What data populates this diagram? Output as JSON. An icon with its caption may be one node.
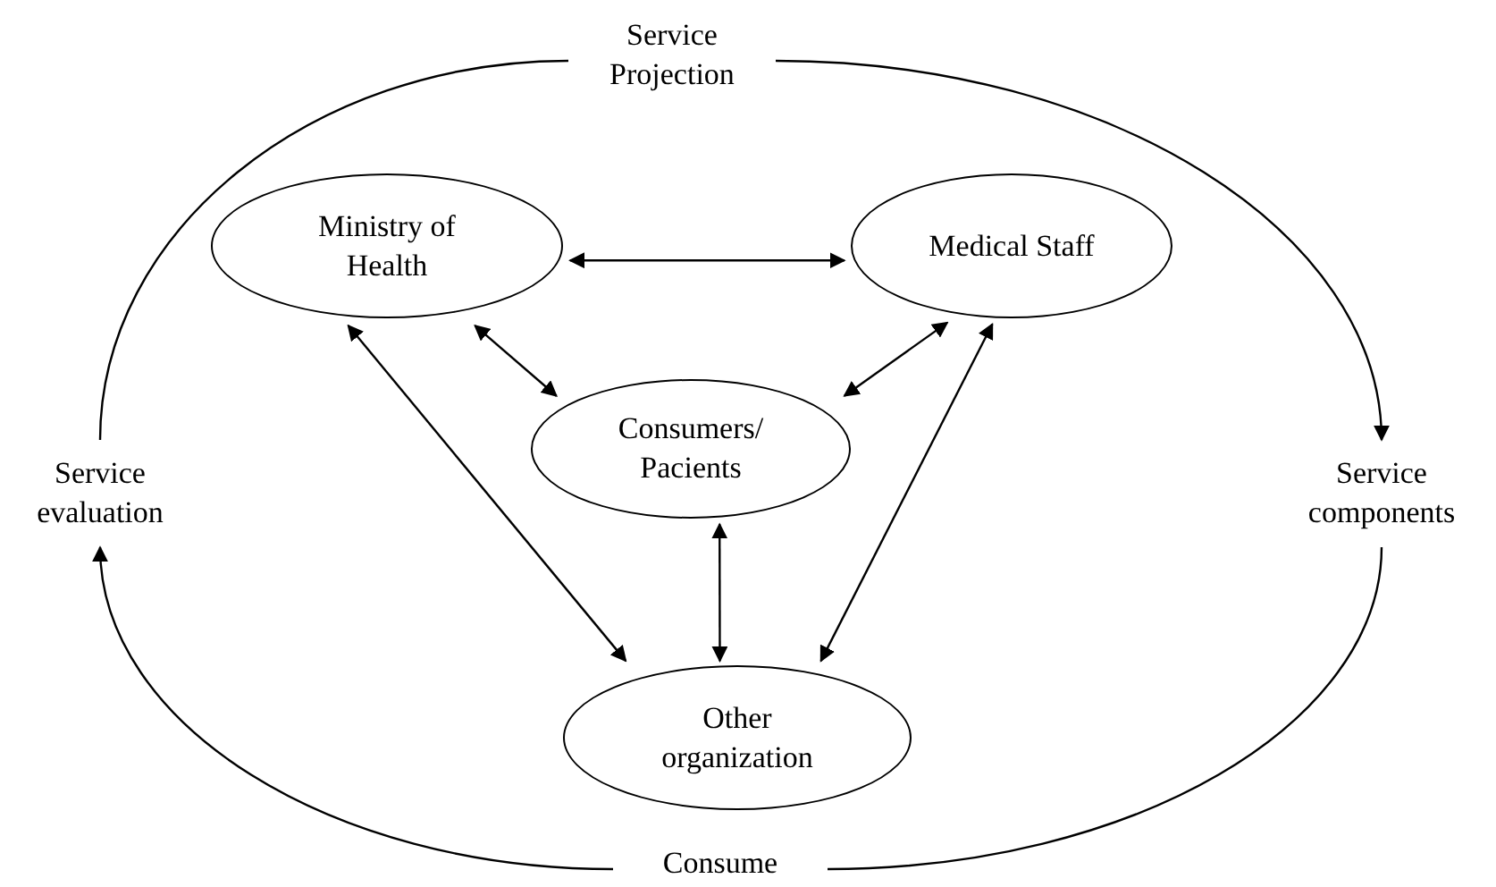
{
  "diagram": {
    "nodes": [
      {
        "text": [
          "Service Projection"
        ]
      },
      {
        "text": [
          "Ministry of Health"
        ]
      },
      {
        "text": [
          "Medical Staff"
        ]
      },
      {
        "text": [
          "Consumers/ Pacients"
        ]
      },
      {
        "text": [
          "Other organization"
        ]
      },
      {
        "text": [
          "Service components"
        ]
      },
      {
        "text": [
          "Consume"
        ]
      },
      {
        "text": [
          "Service evaluation"
        ]
      }
    ],
    "edges": [
      {
        "from": 1,
        "to": 2,
        "arrow": "both"
      },
      {
        "from": 1,
        "to": 3,
        "arrow": "both"
      },
      {
        "from": 2,
        "to": 3,
        "arrow": "both"
      },
      {
        "from": 1,
        "to": 4,
        "arrow": "both"
      },
      {
        "from": 3,
        "to": 4,
        "arrow": "both"
      },
      {
        "from": 2,
        "to": 4,
        "arrow": "both"
      },
      {
        "from": 0,
        "to": 5,
        "arrow": "to"
      },
      {
        "from": 5,
        "to": 6,
        "arrow": "none"
      },
      {
        "from": 6,
        "to": 7,
        "arrow": "to"
      },
      {
        "from": 7,
        "to": 0,
        "arrow": "none"
      }
    ]
  }
}
